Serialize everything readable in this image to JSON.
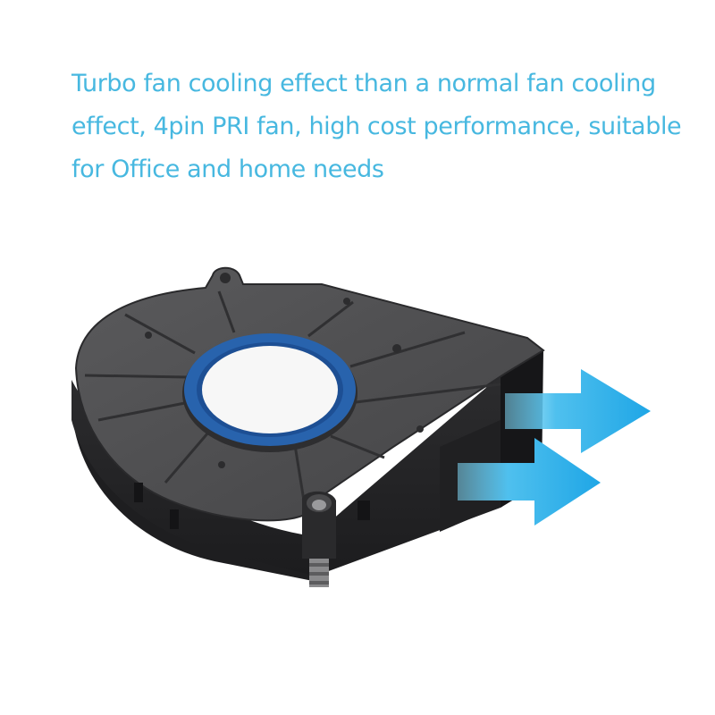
{
  "headline": {
    "lines": [
      "Turbo fan cooling effect than a normal fan cooling",
      "effect, 4pin PRI fan, high cost performance, suitable",
      "for Office and home needs"
    ]
  },
  "colors": {
    "text": "#47b8e0",
    "fan_body": "#3a3a3c",
    "fan_face": "#4a4a4c",
    "hub_ring": "#2a62a8",
    "hub_center": "#ffffff",
    "arrow": "#5ec6ec"
  },
  "icons": {
    "product": "blower-fan-image",
    "airflow": "arrow-right-icon"
  }
}
